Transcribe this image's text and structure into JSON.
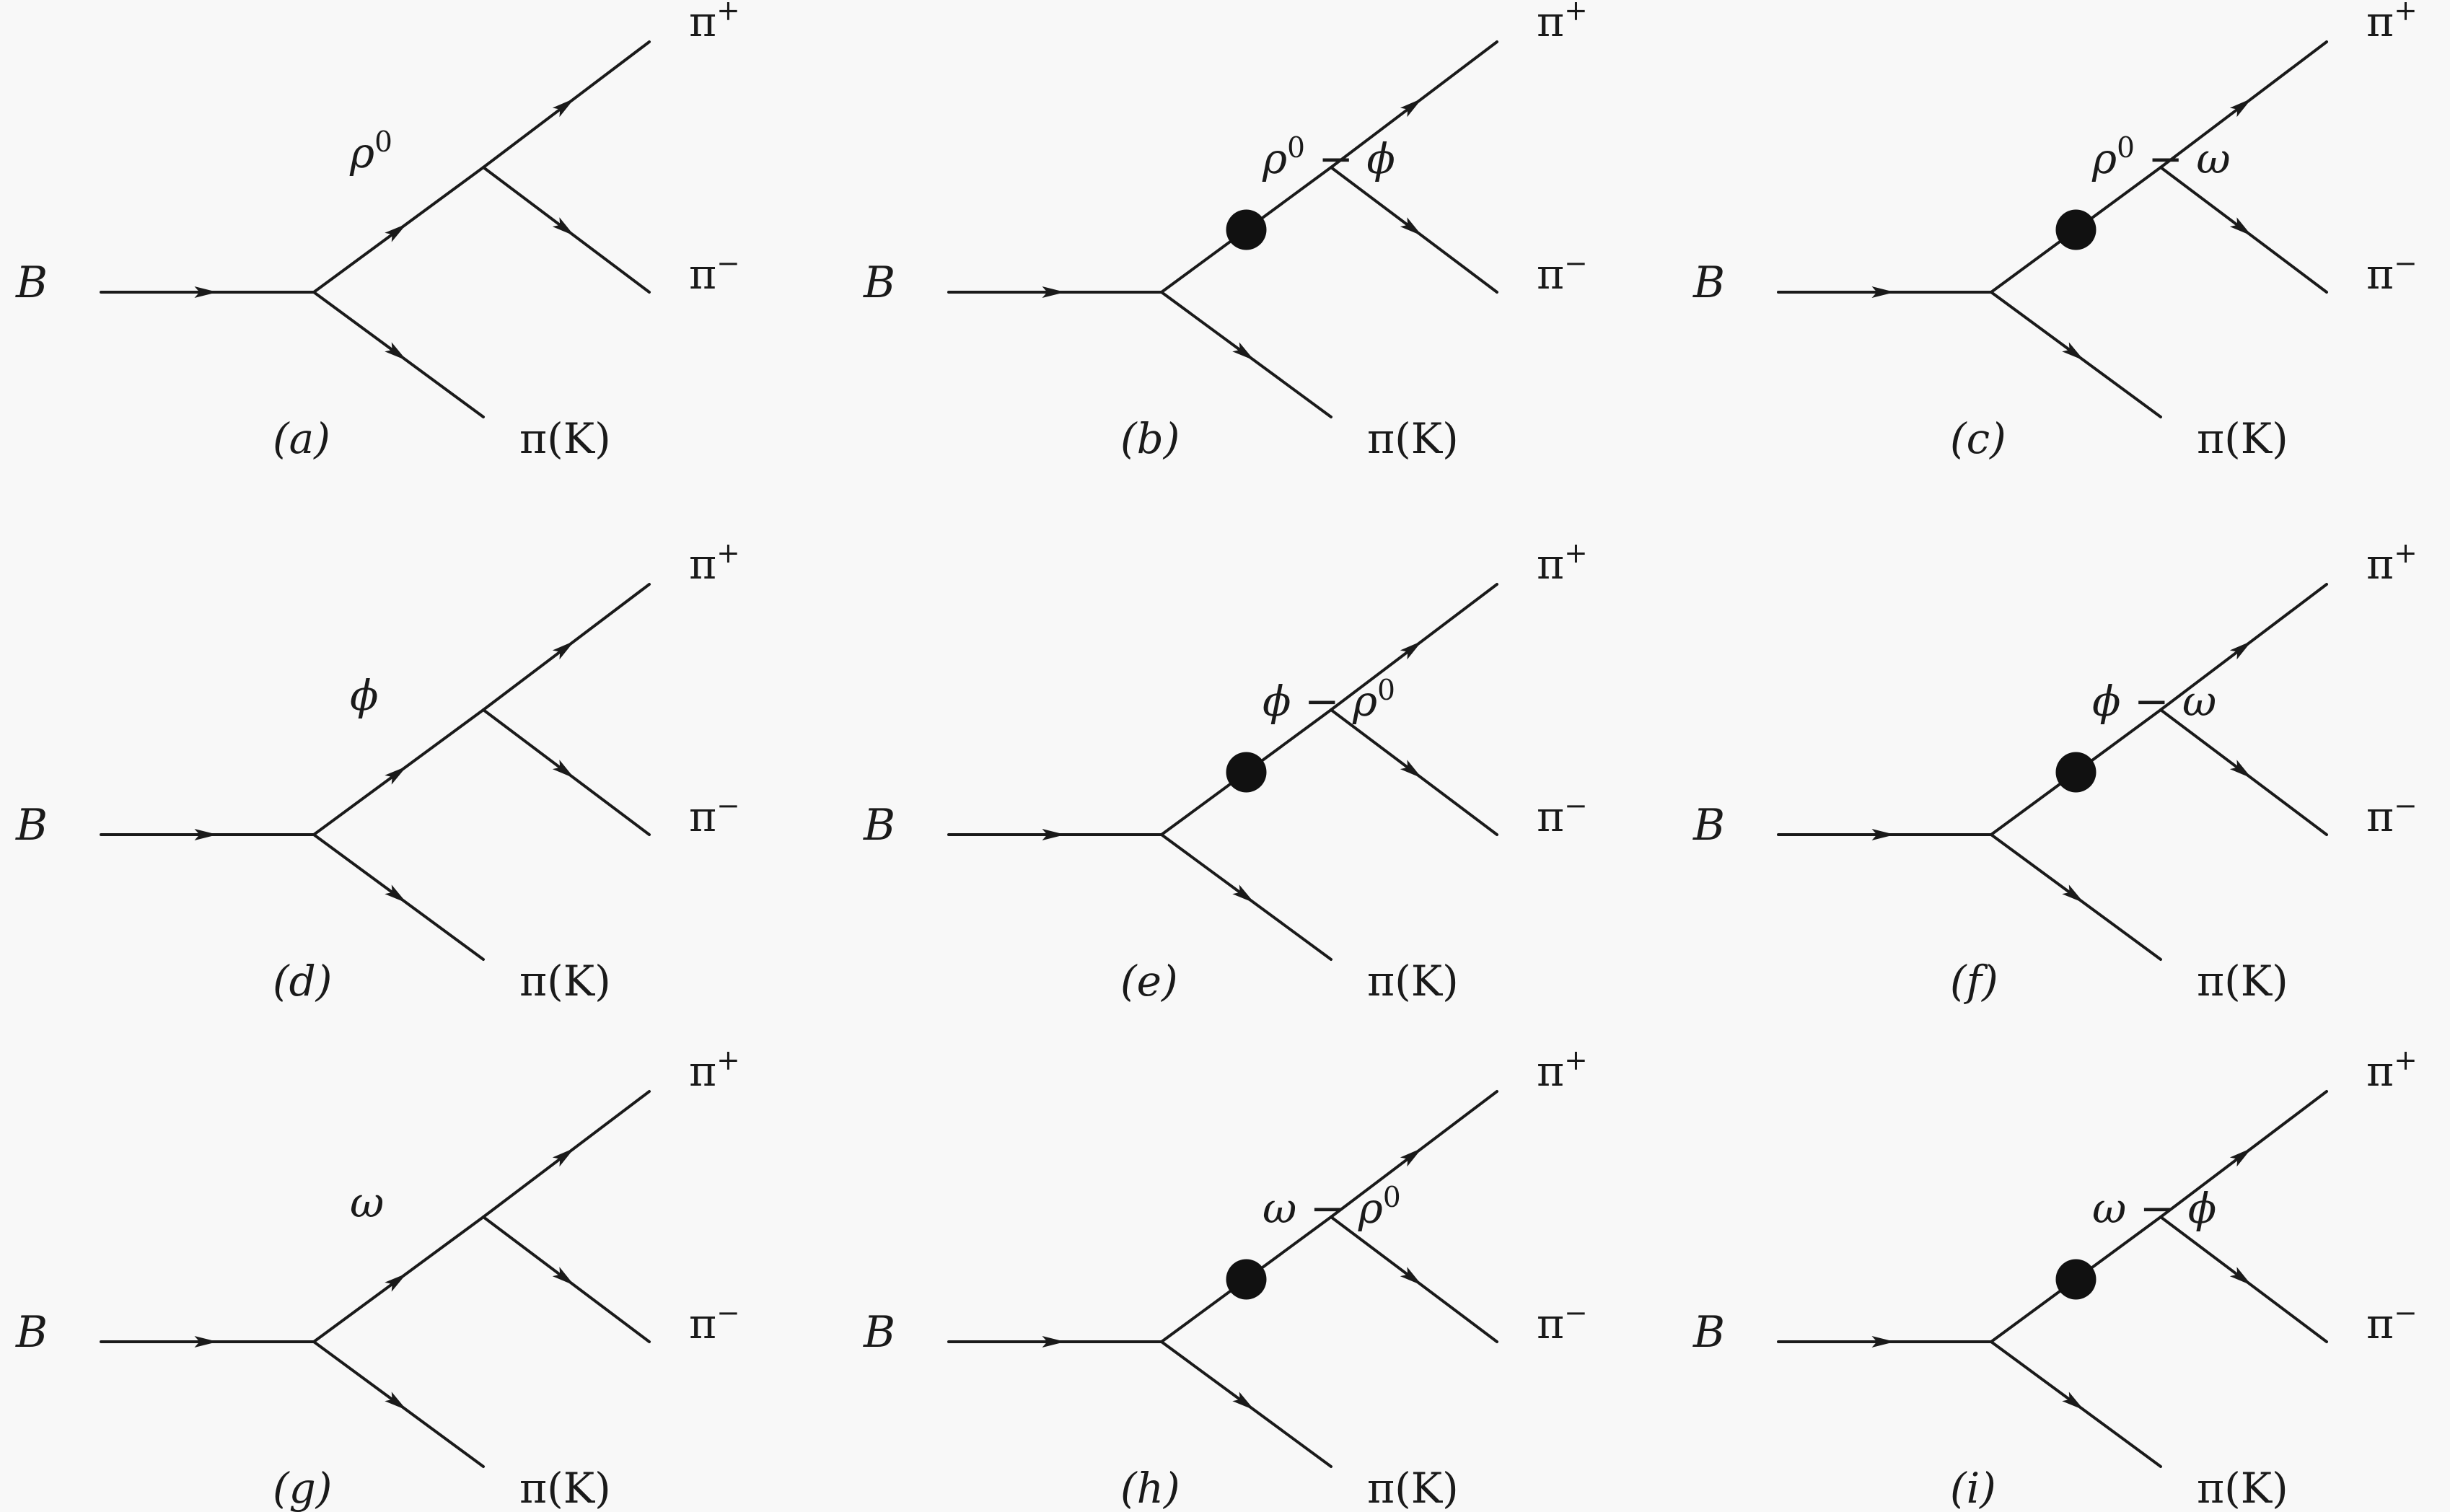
{
  "diagrams": [
    {
      "id": "a",
      "caption": "(a)",
      "incoming": "B",
      "intermediate": "ρ",
      "intermediate_sup": "0",
      "intermediate_rest": "",
      "mixing_blob": false,
      "pi_plus": "π",
      "pi_plus_sup": "+",
      "pi_minus": "π",
      "pi_minus_sup": "−",
      "spectator": "π(K)"
    },
    {
      "id": "b",
      "caption": "(b)",
      "incoming": "B",
      "intermediate": "ρ",
      "intermediate_sup": "0",
      "intermediate_rest": " − ϕ",
      "mixing_blob": true,
      "pi_plus": "π",
      "pi_plus_sup": "+",
      "pi_minus": "π",
      "pi_minus_sup": "−",
      "spectator": "π(K)"
    },
    {
      "id": "c",
      "caption": "(c)",
      "incoming": "B",
      "intermediate": "ρ",
      "intermediate_sup": "0",
      "intermediate_rest": " − ω",
      "mixing_blob": true,
      "pi_plus": "π",
      "pi_plus_sup": "+",
      "pi_minus": "π",
      "pi_minus_sup": "−",
      "spectator": "π(K)"
    },
    {
      "id": "d",
      "caption": "(d)",
      "incoming": "B",
      "intermediate": "ϕ",
      "intermediate_sup": "",
      "intermediate_rest": "",
      "mixing_blob": false,
      "pi_plus": "π",
      "pi_plus_sup": "+",
      "pi_minus": "π",
      "pi_minus_sup": "−",
      "spectator": "π(K)"
    },
    {
      "id": "e",
      "caption": "(e)",
      "incoming": "B",
      "intermediate": "ϕ − ρ",
      "intermediate_sup": "0",
      "intermediate_rest": "",
      "mixing_blob": true,
      "pi_plus": "π",
      "pi_plus_sup": "+",
      "pi_minus": "π",
      "pi_minus_sup": "−",
      "spectator": "π(K)"
    },
    {
      "id": "f",
      "caption": "(f)",
      "incoming": "B",
      "intermediate": "ϕ − ω",
      "intermediate_sup": "",
      "intermediate_rest": "",
      "mixing_blob": true,
      "pi_plus": "π",
      "pi_plus_sup": "+",
      "pi_minus": "π",
      "pi_minus_sup": "−",
      "spectator": "π(K)"
    },
    {
      "id": "g",
      "caption": "(g)",
      "incoming": "B",
      "intermediate": "ω",
      "intermediate_sup": "",
      "intermediate_rest": "",
      "mixing_blob": false,
      "pi_plus": "π",
      "pi_plus_sup": "+",
      "pi_minus": "π",
      "pi_minus_sup": "−",
      "spectator": "π(K)"
    },
    {
      "id": "h",
      "caption": "(h)",
      "incoming": "B",
      "intermediate": "ω − ρ",
      "intermediate_sup": "0",
      "intermediate_rest": "",
      "mixing_blob": true,
      "pi_plus": "π",
      "pi_plus_sup": "+",
      "pi_minus": "π",
      "pi_minus_sup": "−",
      "spectator": "π(K)"
    },
    {
      "id": "i",
      "caption": "(i)",
      "incoming": "B",
      "intermediate": "ω − ϕ",
      "intermediate_sup": "",
      "intermediate_rest": "",
      "mixing_blob": true,
      "pi_plus": "π",
      "pi_plus_sup": "+",
      "pi_minus": "π",
      "pi_minus_sup": "−",
      "spectator": "π(K)"
    }
  ],
  "colors": {
    "background": "#f8f8f8",
    "line": "#1a1a1a",
    "blob": "#111111"
  }
}
